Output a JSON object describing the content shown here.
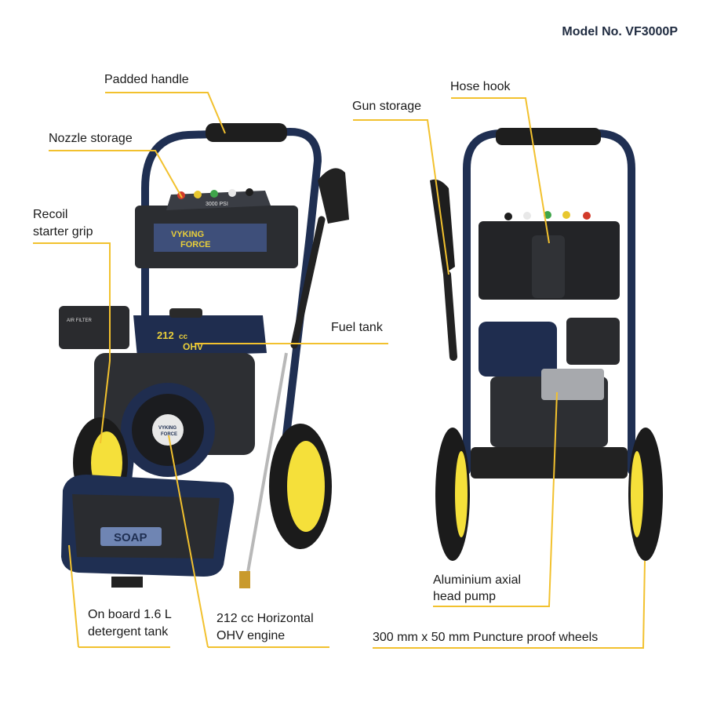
{
  "model": "Model No. VF3000P",
  "colors": {
    "callout": "#f2c12e",
    "frame": "#1f2f52",
    "wheel_rim": "#f5e03a",
    "tire": "#1b1b1b",
    "body": "#2d2f33"
  },
  "front_unit": {
    "brand_line1": "VYKING",
    "brand_line2": "FORCE",
    "psi": "3000 PSI",
    "engine_badge_cc": "212",
    "engine_badge_unit": "cc",
    "engine_badge_type": "OHV",
    "air_filter": "AIR FILTER",
    "soap": "SOAP"
  },
  "labels": {
    "padded_handle": "Padded handle",
    "nozzle_storage": "Nozzle storage",
    "recoil_line1": "Recoil",
    "recoil_line2": "starter grip",
    "fuel_tank": "Fuel tank",
    "gun_storage": "Gun storage",
    "hose_hook": "Hose hook",
    "pump_line1": "Aluminium axial",
    "pump_line2": "head pump",
    "detergent_line1": "On board 1.6 L",
    "detergent_line2": "detergent tank",
    "engine_line1": "212 cc Horizontal",
    "engine_line2": "OHV engine",
    "wheels": "300 mm x 50 mm Puncture proof wheels"
  }
}
